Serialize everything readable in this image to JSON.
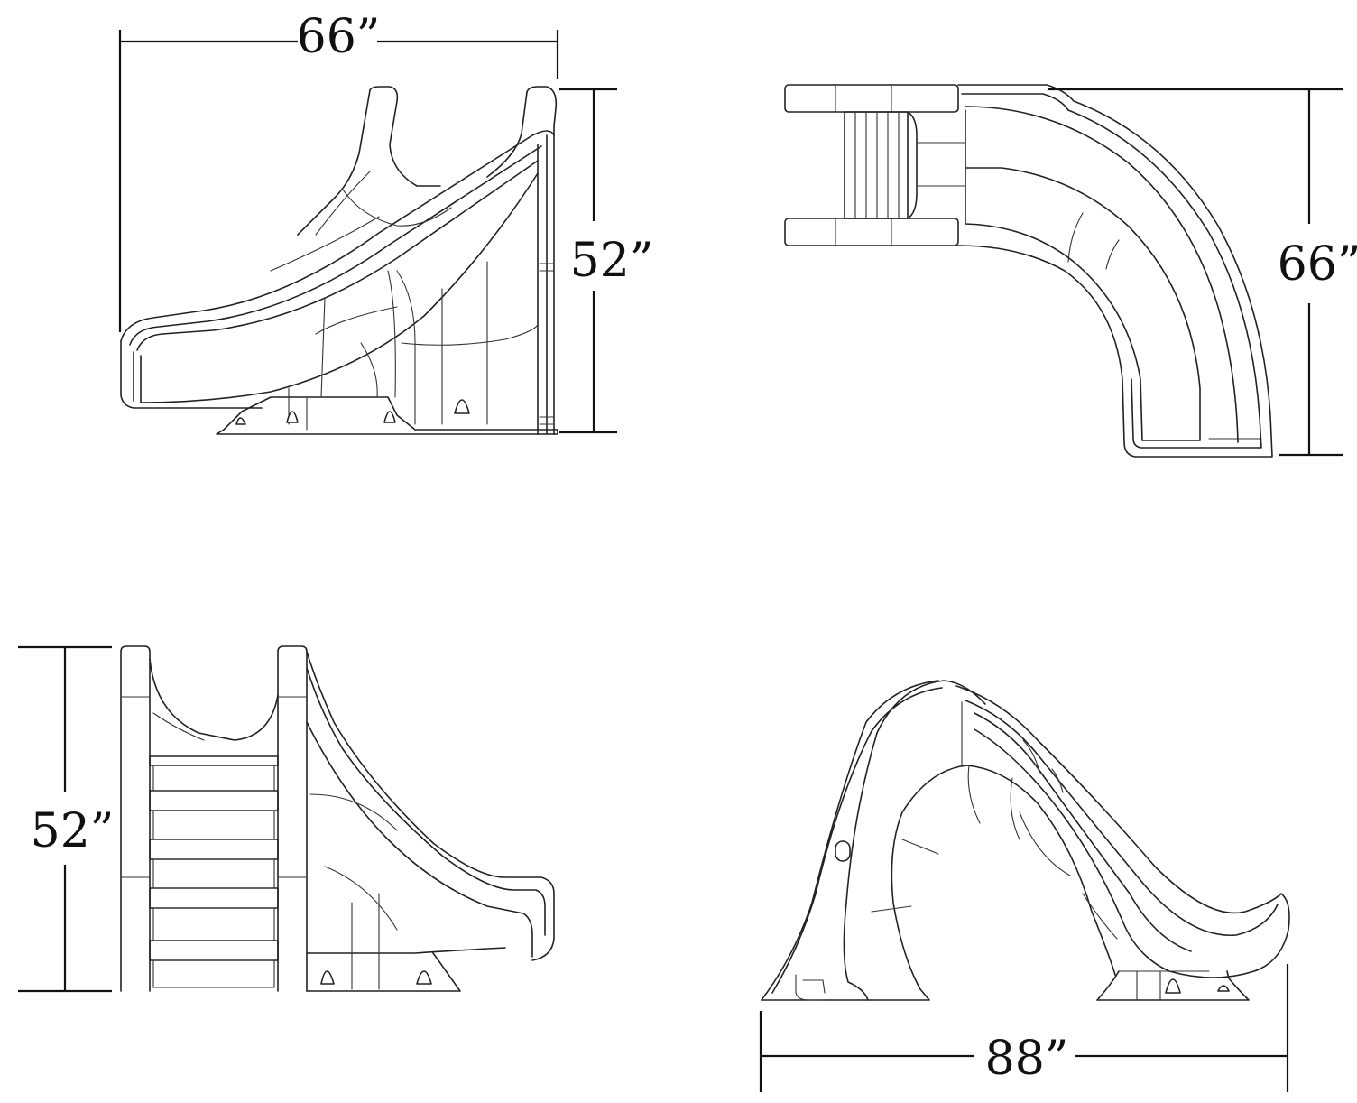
{
  "views": {
    "side_left": {
      "width_label": "66”",
      "height_label": "52”"
    },
    "top": {
      "depth_label": "66”"
    },
    "side_right": {
      "height_label": "52”"
    },
    "front": {
      "length_label": "88”"
    }
  }
}
